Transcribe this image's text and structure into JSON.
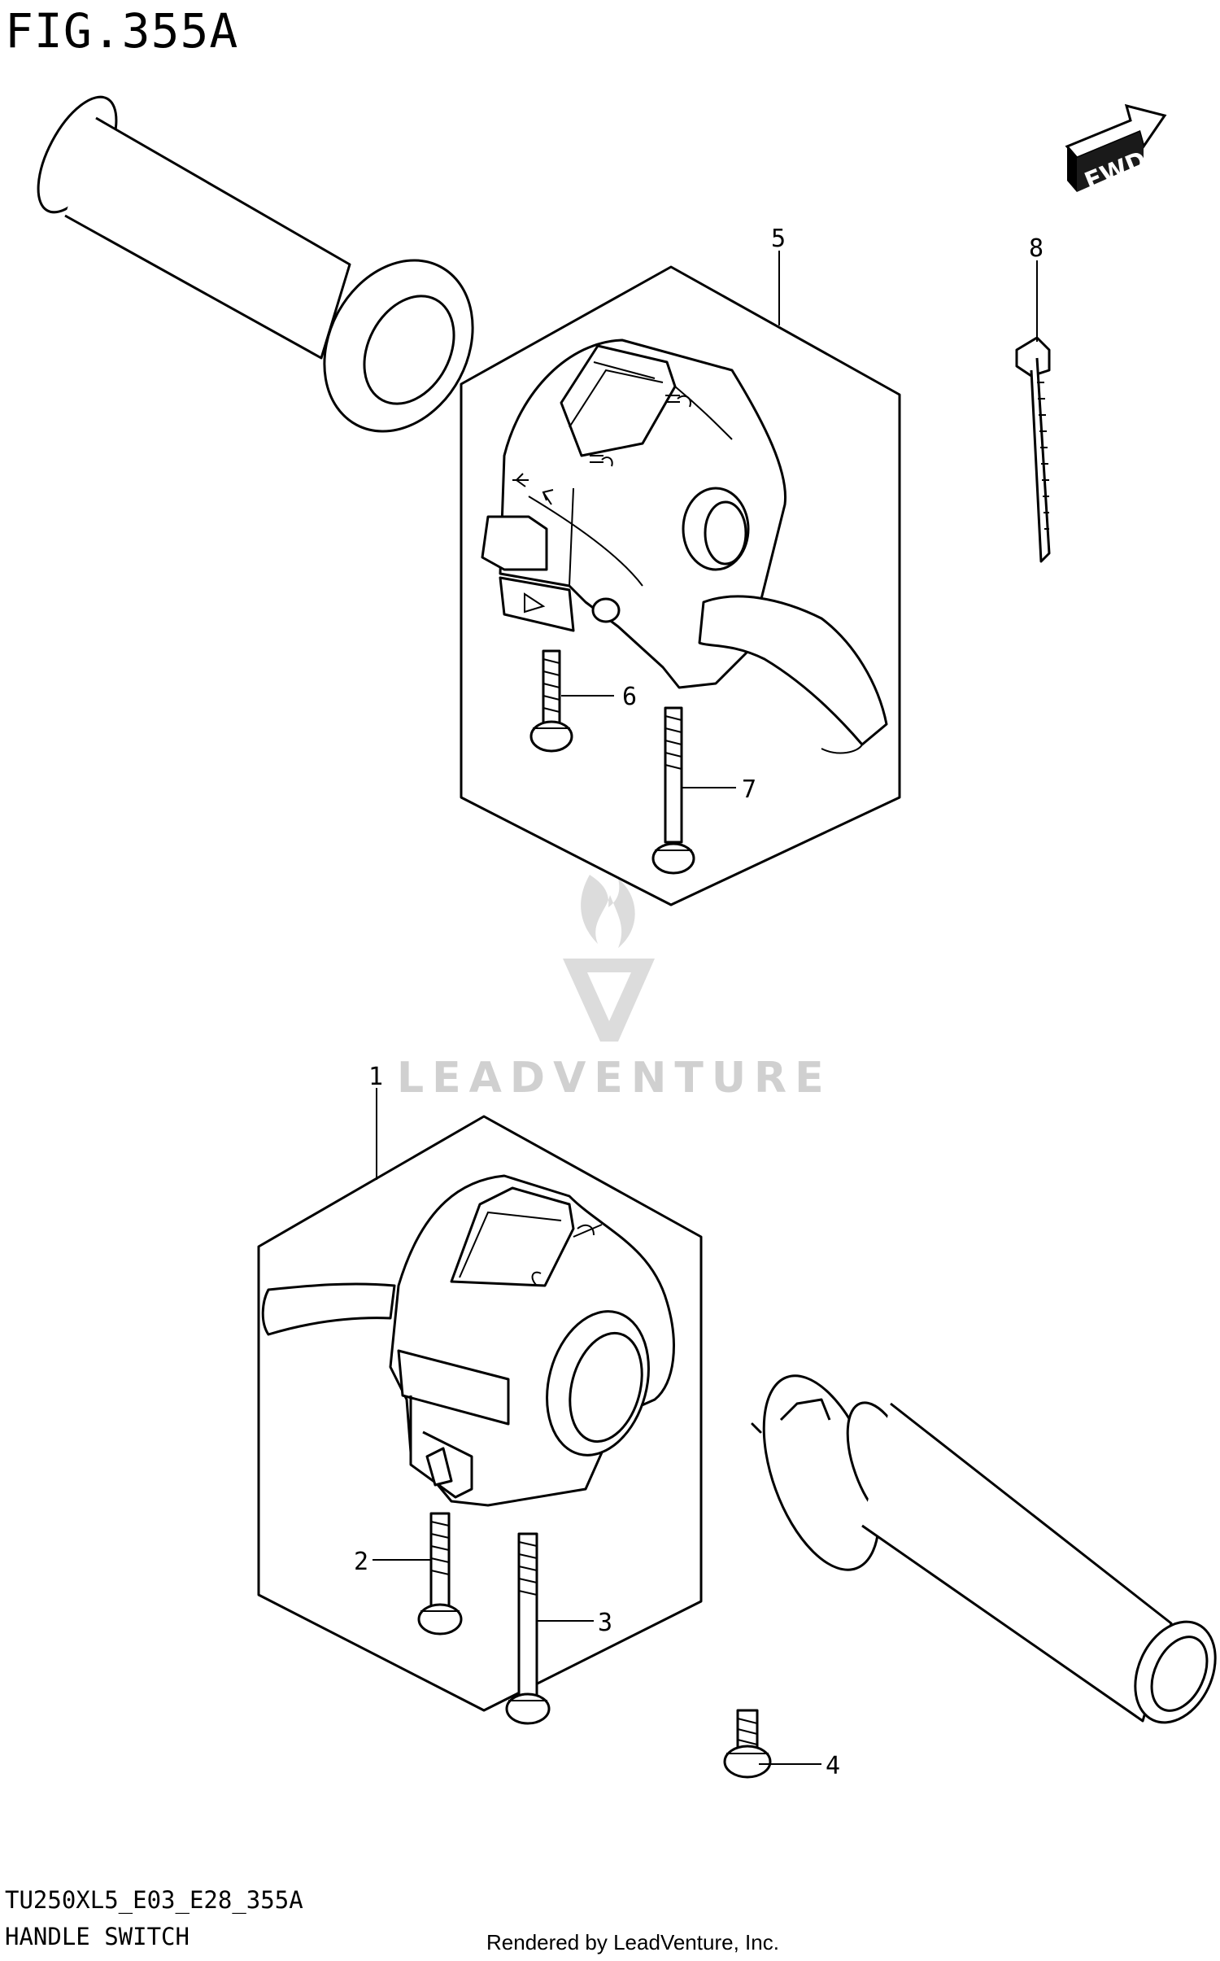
{
  "figure": {
    "title": "FIG.355A",
    "code": "TU250XL5_E03_E28_355A",
    "name": "HANDLE SWITCH",
    "rendered_by": "Rendered by LeadVenture, Inc."
  },
  "watermark": {
    "text": "LEADVENTURE"
  },
  "fwd_arrow": {
    "text": "FWD"
  },
  "callouts": [
    {
      "id": "1",
      "label": "1"
    },
    {
      "id": "2",
      "label": "2"
    },
    {
      "id": "3",
      "label": "3"
    },
    {
      "id": "4",
      "label": "4"
    },
    {
      "id": "5",
      "label": "5"
    },
    {
      "id": "6",
      "label": "6"
    },
    {
      "id": "7",
      "label": "7"
    },
    {
      "id": "8",
      "label": "8"
    }
  ]
}
